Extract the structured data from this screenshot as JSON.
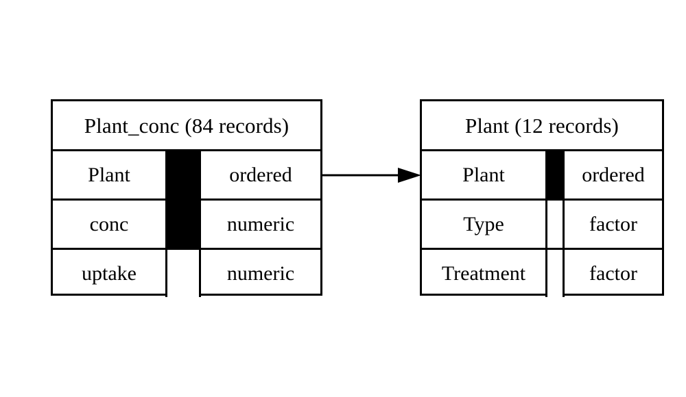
{
  "diagram": {
    "type": "entity-relationship-diagram",
    "background_color": "#ffffff",
    "line_color": "#000000",
    "text_color": "#000000",
    "key_marker_color": "#000000"
  },
  "entities": [
    {
      "id": "plant_conc",
      "title": "Plant_conc (84 records)",
      "name": "Plant_conc",
      "record_count": "84 records",
      "fields": [
        {
          "name": "Plant",
          "type": "ordered",
          "key": true
        },
        {
          "name": "conc",
          "type": "numeric",
          "key": true
        },
        {
          "name": "uptake",
          "type": "numeric",
          "key": false
        }
      ]
    },
    {
      "id": "plant",
      "title": "Plant (12 records)",
      "name": "Plant",
      "record_count": "12 records",
      "fields": [
        {
          "name": "Plant",
          "type": "ordered",
          "key": true
        },
        {
          "name": "Type",
          "type": "factor",
          "key": false
        },
        {
          "name": "Treatment",
          "type": "factor",
          "key": false
        }
      ]
    }
  ],
  "relationship": {
    "from_entity": "plant_conc",
    "from_field": "Plant",
    "to_entity": "plant",
    "to_field": "Plant",
    "direction": "left-to-right",
    "style": "solid-arrow",
    "label": ""
  }
}
